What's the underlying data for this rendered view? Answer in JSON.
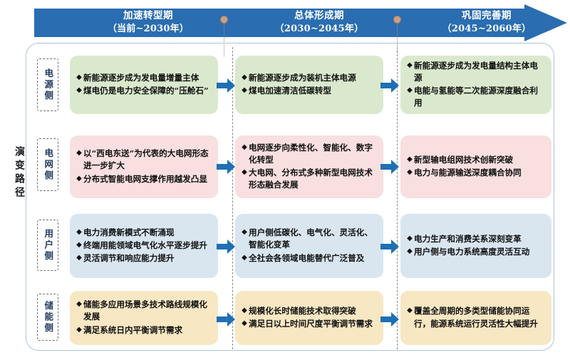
{
  "timeline": {
    "phases": [
      {
        "name": "加速转型期",
        "years": "（当前~2030年）"
      },
      {
        "name": "总体形成期",
        "years": "（2030~2045年）"
      },
      {
        "name": "巩固完善期",
        "years": "（2045~2060年）"
      }
    ],
    "arrow_color": "#2a6db0"
  },
  "axis": {
    "title": "演变路径"
  },
  "colors": {
    "green": "#dae9cd",
    "pink": "#f9dfdf",
    "blue": "#d9e6f0",
    "cream": "#f8e7c3",
    "flow_arrow": "#1f6fb5",
    "outer_border": "#5b86b8",
    "divider": "#8a8a8a",
    "pin": "#c9a084"
  },
  "rows": [
    {
      "label": "电源侧",
      "tone": "tone-green",
      "cells": [
        {
          "bullets": [
            "新能源逐步成为发电量增量主体",
            "煤电仍是电力安全保障的“压舱石”"
          ]
        },
        {
          "bullets": [
            "新能源逐步成为装机主体电源",
            "煤电加速清洁低碳转型"
          ]
        },
        {
          "bullets": [
            "新能源逐步成为发电量结构主体电源",
            "电能与氢能等二次能源深度融合利用"
          ]
        }
      ]
    },
    {
      "label": "电网侧",
      "tone": "tone-pink",
      "cells": [
        {
          "bullets": [
            "以“西电东送”为代表的大电网形态进一步扩大",
            "分布式智能电网支撑作用越发凸显"
          ]
        },
        {
          "bullets": [
            "电网逐步向柔性化、智能化、数字化转型",
            "大电网、分布式多种新型电网技术形态融合发展"
          ]
        },
        {
          "bullets": [
            "新型输电组网技术创新突破",
            "电力与能源输送深度耦合协同"
          ]
        }
      ]
    },
    {
      "label": "用户侧",
      "tone": "tone-blue",
      "cells": [
        {
          "bullets": [
            "电力消费新模式不断涌现",
            "终端用能领域电气化水平逐步提升",
            "灵活调节和响应能力提升"
          ]
        },
        {
          "bullets": [
            "用户侧低碳化、电气化、灵活化、智能化变革",
            "全社会各领域电能替代广泛普及"
          ]
        },
        {
          "bullets": [
            "电力生产和消费关系深刻变革",
            "用户侧与电力系统高度灵活互动"
          ]
        }
      ]
    },
    {
      "label": "储能侧",
      "tone": "tone-cream",
      "cells": [
        {
          "bullets": [
            "储能多应用场景多技术路线规模化发展",
            "满足系统日内平衡调节需求"
          ]
        },
        {
          "bullets": [
            "规模化长时储能技术取得突破",
            "满足日以上时间尺度平衡调节需求"
          ]
        },
        {
          "bullets": [
            "覆盖全周期的多类型储能协同运行，能源系统运行灵活性大幅提升"
          ]
        }
      ]
    }
  ],
  "icons": {
    "bullet": "◆",
    "pin": "pin-marker-icon",
    "flow": "right-arrow-icon",
    "timeline": "timeline-arrow-icon"
  }
}
